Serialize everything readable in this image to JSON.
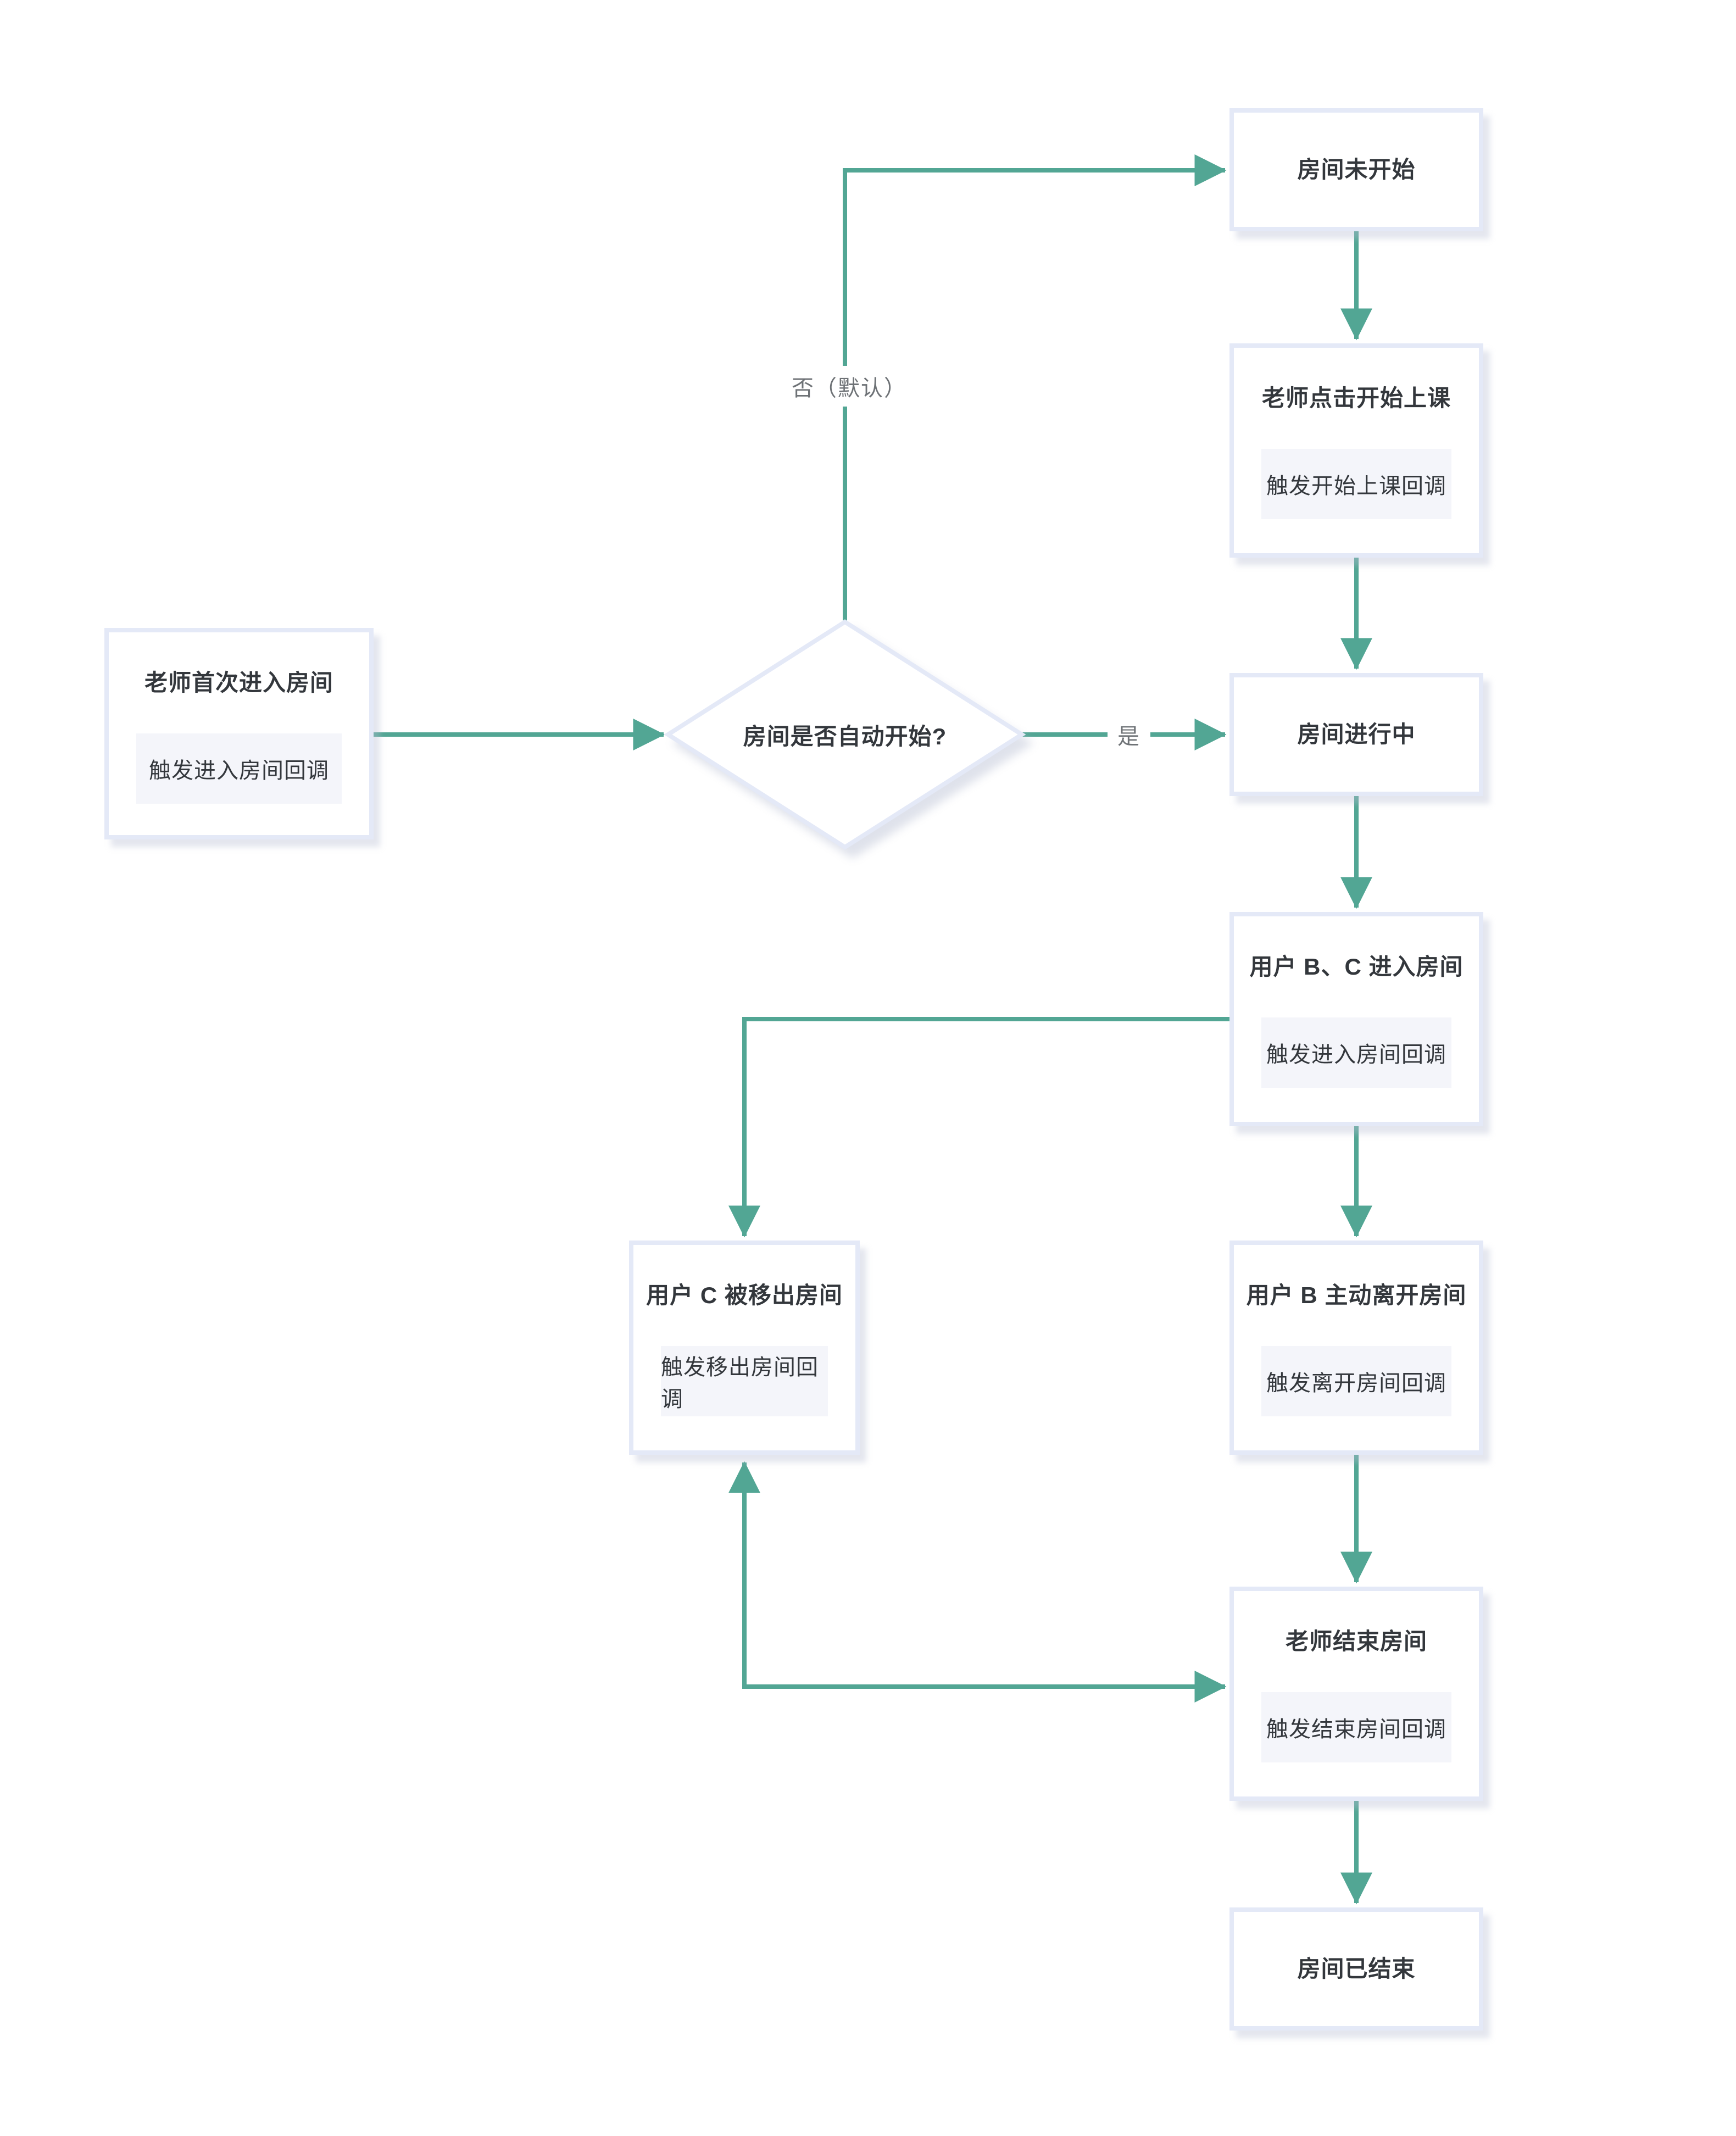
{
  "nodes": {
    "teacher_first_enter": {
      "title": "老师首次进入房间",
      "callback": "触发进入房间回调"
    },
    "decision_auto_start": {
      "question": "房间是否自动开始?"
    },
    "room_not_started": {
      "title": "房间未开始"
    },
    "teacher_click_start": {
      "title": "老师点击开始上课",
      "callback": "触发开始上课回调"
    },
    "room_in_progress": {
      "title": "房间进行中"
    },
    "users_bc_enter": {
      "title": "用户 B、C 进入房间",
      "callback": "触发进入房间回调"
    },
    "user_c_removed": {
      "title": "用户 C 被移出房间",
      "callback": "触发移出房间回调"
    },
    "user_b_leave": {
      "title": "用户 B 主动离开房间",
      "callback": "触发离开房间回调"
    },
    "teacher_end_room": {
      "title": "老师结束房间",
      "callback": "触发结束房间回调"
    },
    "room_ended": {
      "title": "房间已结束"
    }
  },
  "edge_labels": {
    "no_default": "否（默认）",
    "yes": "是"
  },
  "colors": {
    "accent": "#52A694",
    "node_border": "#E4E9F7",
    "callback_bg": "#F4F5FA",
    "text": "#33373C",
    "edge_label": "#6E7276"
  }
}
